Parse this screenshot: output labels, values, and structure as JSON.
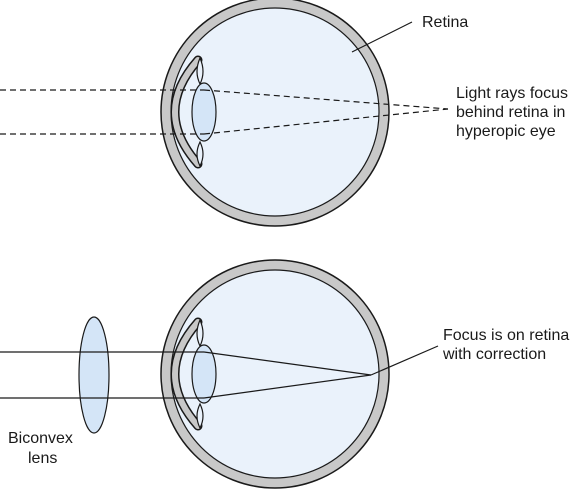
{
  "diagram": {
    "top_panel": {
      "label_retina": "Retina",
      "label_focus_lines": [
        "Light rays focus",
        "behind retina in",
        "hyperopic eye"
      ]
    },
    "bottom_panel": {
      "label_focus_lines": [
        "Focus is on retina",
        "with correction"
      ],
      "label_lens_lines": [
        "Biconvex",
        "lens"
      ]
    },
    "colors": {
      "sclera": "#c8c8c8",
      "eye_interior": "#eaf2fb",
      "lens_fill": "#d4e5f7",
      "outline": "#1a1a1a"
    }
  }
}
